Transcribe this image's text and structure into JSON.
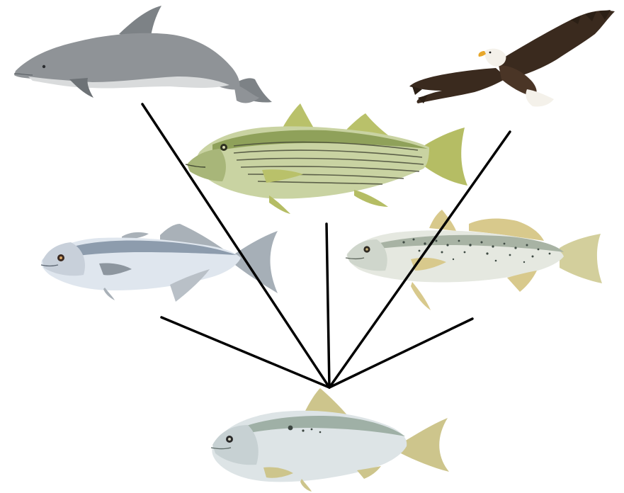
{
  "diagram": {
    "type": "food-web",
    "organisms": [
      {
        "id": "dolphin",
        "kind": "bottlenose-dolphin-illustration",
        "colors": {
          "body": "#8f9397",
          "belly": "#d9dbdc",
          "dark": "#5f6469"
        }
      },
      {
        "id": "eagle",
        "kind": "bald-eagle-illustration",
        "colors": {
          "wing": "#3a2a1e",
          "head": "#f4f1ea",
          "beak": "#e7a72b"
        }
      },
      {
        "id": "striped-bass",
        "kind": "striped-bass-illustration",
        "colors": {
          "body": "#c9d3a2",
          "back": "#8fa15a",
          "stripe": "#4a4d3a",
          "fin": "#b9c16a"
        }
      },
      {
        "id": "bluefish",
        "kind": "bluefish-illustration",
        "colors": {
          "body": "#dfe6ee",
          "back": "#8d9cad",
          "fin": "#a9b1b8"
        }
      },
      {
        "id": "weakfish",
        "kind": "spotted-seatrout-illustration",
        "colors": {
          "body": "#e5e8e0",
          "back": "#a8b3a4",
          "spot": "#3f4b44",
          "fin": "#d8c98c"
        }
      },
      {
        "id": "menhaden",
        "kind": "atlantic-menhaden-illustration",
        "colors": {
          "body": "#dde4e6",
          "back": "#9fb0a6",
          "fin": "#cdc58c"
        }
      }
    ],
    "links": [
      {
        "from": "menhaden",
        "to": "dolphin"
      },
      {
        "from": "menhaden",
        "to": "striped-bass"
      },
      {
        "from": "menhaden",
        "to": "eagle"
      },
      {
        "from": "menhaden",
        "to": "bluefish"
      },
      {
        "from": "menhaden",
        "to": "weakfish"
      }
    ],
    "line_color": "#000000"
  }
}
